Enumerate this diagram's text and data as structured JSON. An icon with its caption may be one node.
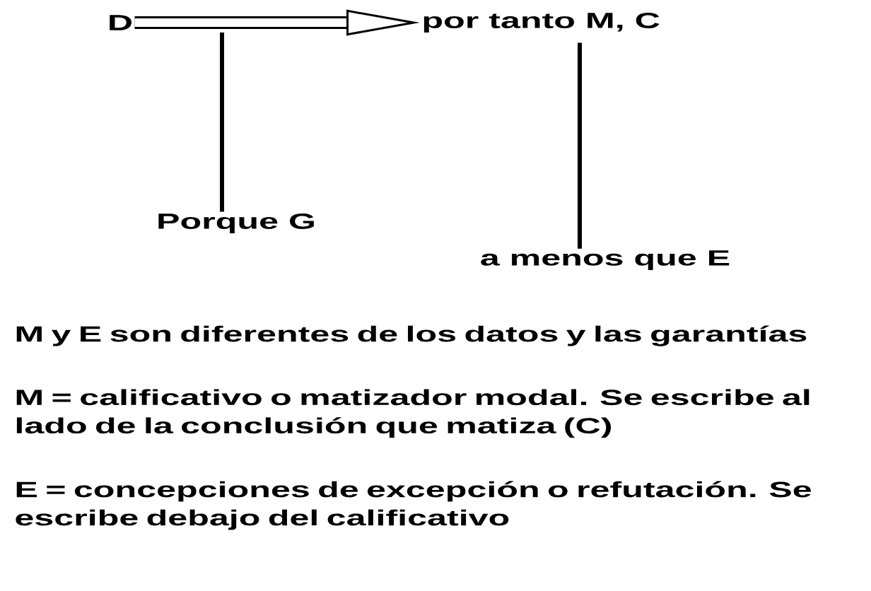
{
  "diagram": {
    "nodes": [
      {
        "text": [
          "D"
        ]
      },
      {
        "text": [
          "por tanto M, C"
        ]
      },
      {
        "text": [
          "Porque G"
        ]
      },
      {
        "text": [
          "a menos que E"
        ]
      }
    ],
    "edges": [
      {
        "from": 0,
        "to": 1,
        "arrow": "to",
        "style": "thick"
      },
      {
        "from": 2,
        "to": null,
        "arrow": "none"
      },
      {
        "from": 3,
        "to": 1,
        "arrow": "none"
      }
    ],
    "labels": [
      "M y E son diferentes de los datos y las garantías",
      "M = calificativo o matizador modal. Se escribe al lado de la conclusión que matiza (C)",
      "E = concepciones de excepción o refutación. Se escribe debajo del calificativo"
    ]
  }
}
